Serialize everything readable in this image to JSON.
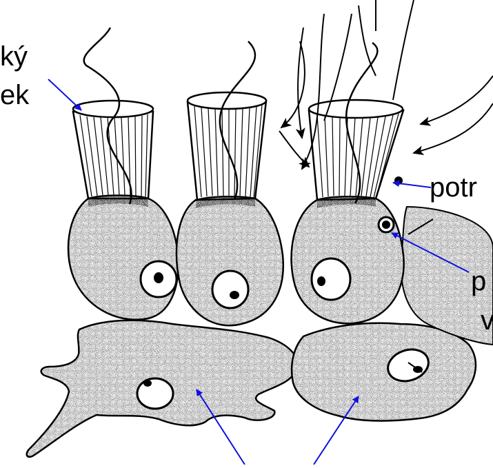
{
  "labels": {
    "collar_line1": "ký",
    "collar_line2": "ek",
    "food": "potr",
    "vacuole_line1": "p",
    "vacuole_line2": "v"
  },
  "colors": {
    "ink": "#000000",
    "pointer": "#1010e0",
    "stipple": "#1a1a1a"
  }
}
